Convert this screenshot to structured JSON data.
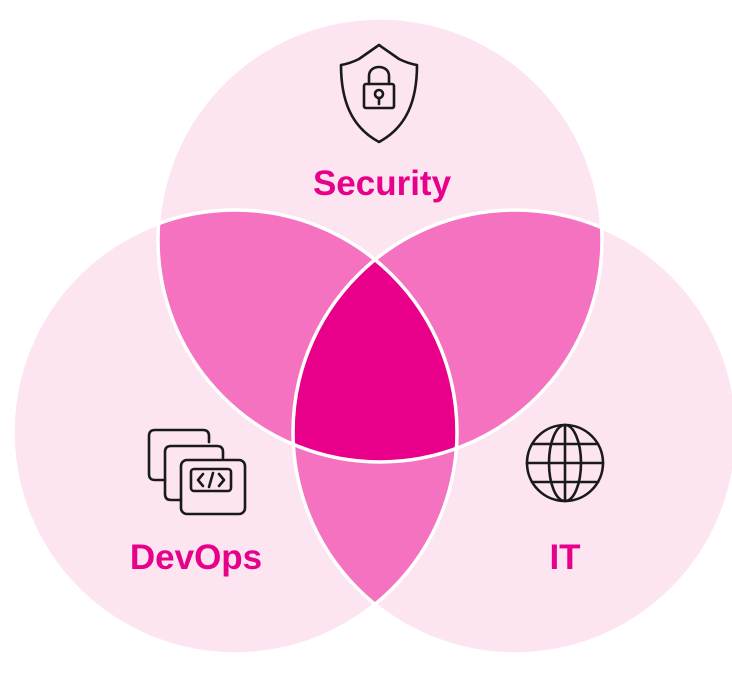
{
  "diagram": {
    "type": "venn-3",
    "colors": {
      "circle_fill": "#fce4f0",
      "pair_overlap_fill": "#f472c0",
      "center_overlap_fill": "#e8008a",
      "outline": "#ffffff",
      "label": "#e6008a",
      "icon": "#1a1a1a"
    },
    "sets": {
      "security": {
        "label": "Security",
        "icon": "shield-lock-icon"
      },
      "devops": {
        "label": "DevOps",
        "icon": "code-windows-icon"
      },
      "it": {
        "label": "IT",
        "icon": "globe-icon"
      }
    }
  }
}
